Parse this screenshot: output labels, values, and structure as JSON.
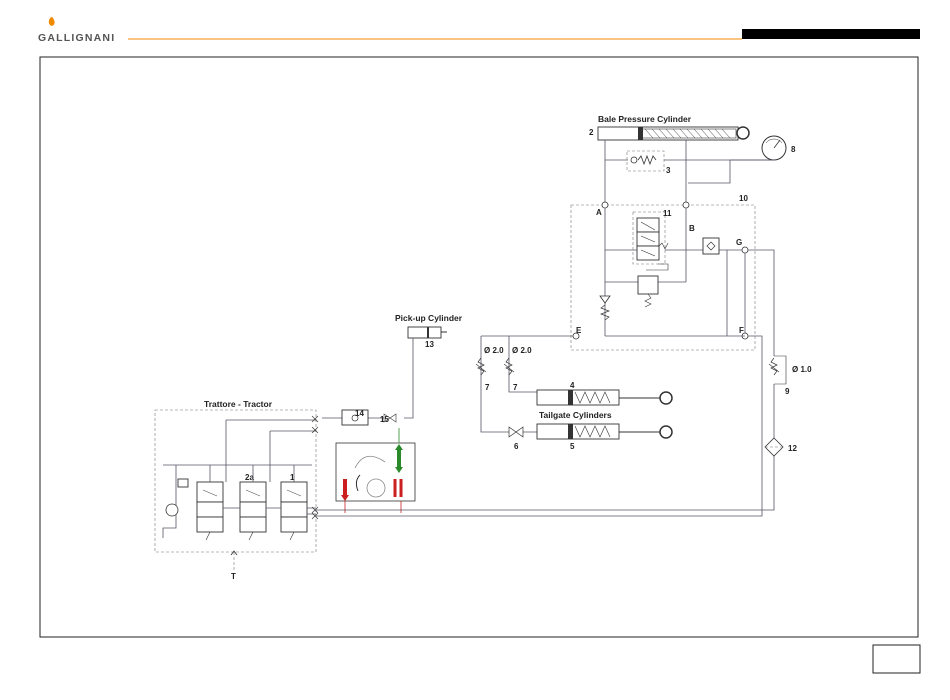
{
  "brand": {
    "name": "GALLIGNANI",
    "accent": "#f08a00"
  },
  "colors": {
    "line": "#556677",
    "arrow_red": "#cc2020",
    "arrow_green": "#2a8a2a"
  },
  "diagram": {
    "labels": {
      "bale_cyl": "Bale Pressure Cylinder",
      "pickup_cyl": "Pick-up Cylinder",
      "tractor": "Trattore - Tractor",
      "tailgate": "Tailgate Cylinders",
      "n1": "1",
      "n2": "2",
      "n2a": "2a",
      "n3": "3",
      "n4": "4",
      "n5": "5",
      "n6": "6",
      "n7a": "7",
      "n7b": "7",
      "n8": "8",
      "n9": "9",
      "n10": "10",
      "n11": "11",
      "n12": "12",
      "n13": "13",
      "n14": "14",
      "n15": "15",
      "pA": "A",
      "pB": "B",
      "pE": "E",
      "pF": "F",
      "pG": "G",
      "pT": "T",
      "orif1": "Ø 2.0",
      "orif2": "Ø 2.0",
      "orif3": "Ø 1.0"
    }
  },
  "page_box": ""
}
